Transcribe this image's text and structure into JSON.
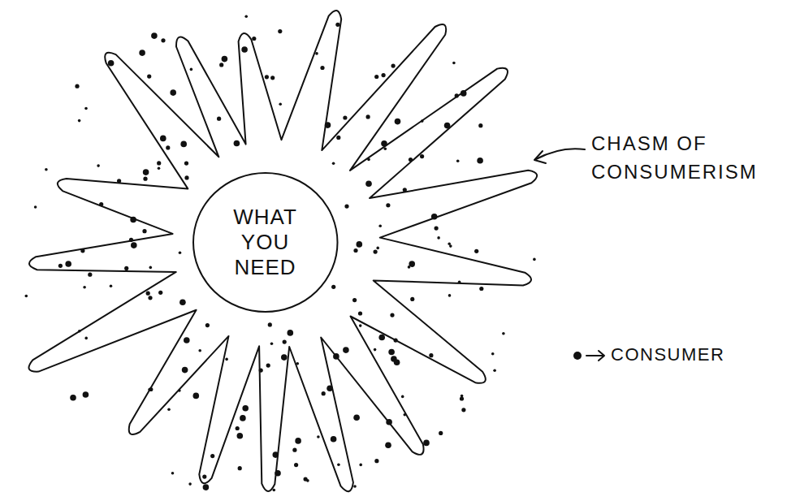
{
  "diagram": {
    "nodes": [
      {
        "text": [
          "WHAT YOU NEED"
        ]
      }
    ],
    "labels": [
      "CHASM OF CONSUMERISM"
    ],
    "legend": [
      {
        "text": "CONSUMER"
      }
    ]
  }
}
